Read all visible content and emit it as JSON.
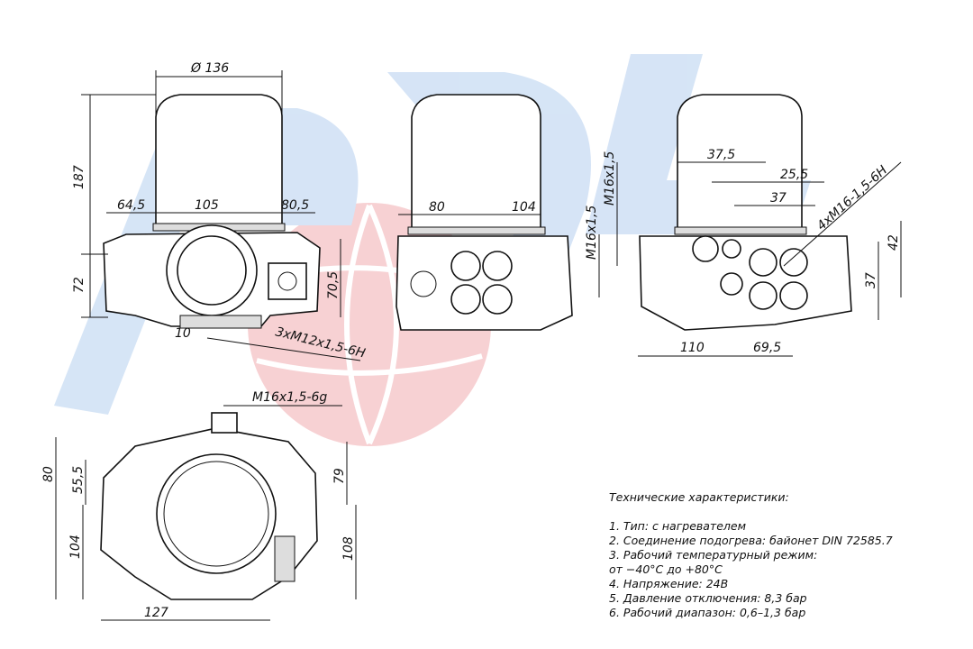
{
  "watermark": {
    "text": "SPR",
    "blue": "#cfe0f5",
    "pink": "#f6c9cc"
  },
  "view_side": {
    "dims": {
      "diameter": "Ø 136",
      "height": "187",
      "lower_height": "72",
      "left": "64,5",
      "center": "105",
      "right": "80,5",
      "port_height": "70,5",
      "offset": "10",
      "thread": "3xM12x1,5-6H"
    }
  },
  "view_front": {
    "dims": {
      "left": "80",
      "right": "104"
    }
  },
  "view_right": {
    "dims": {
      "d1": "37,5",
      "d2": "25,5",
      "d3": "37",
      "thread_top": "M16x1,5",
      "thread_side": "M16x1,5",
      "thread_ports": "4xM16-1,5-6H",
      "h1": "42",
      "h2": "37",
      "w1": "110",
      "w2": "69,5"
    }
  },
  "view_top": {
    "dims": {
      "thread": "M16x1,5-6g",
      "h_total": "80",
      "h_mid": "55,5",
      "h_right": "79",
      "h_lower": "104",
      "h_lower_right": "108",
      "width": "127"
    }
  },
  "specs": {
    "title": "Технические характеристики:",
    "items": [
      "1. Тип: с нагревателем",
      "2. Соединение подогрева: байонет DIN 72585.7",
      "3. Рабочий температурный режим:",
      "от −40°C до +80°C",
      "4. Напряжение: 24В",
      "5. Давление отключения: 8,3 бар",
      "6. Рабочий диапазон: 0,6–1,3 бар"
    ]
  }
}
